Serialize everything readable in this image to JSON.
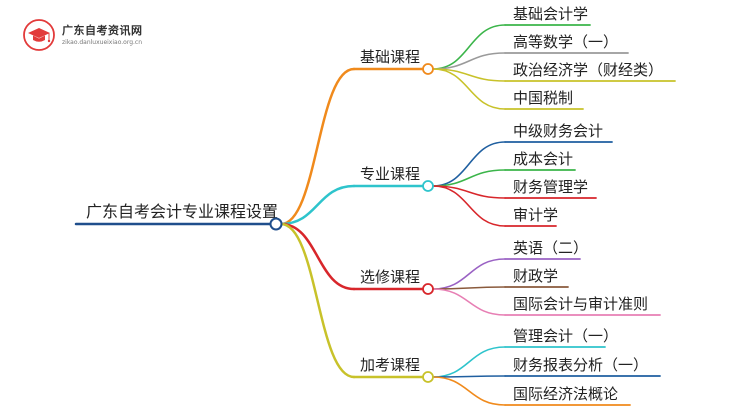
{
  "watermark": {
    "site_name": "广东自考资讯网",
    "site_domain": "zikao.danluxueixiao.org.cn"
  },
  "root": {
    "label": "广东自考会计专业课程设置",
    "color": "#1f4e8c"
  },
  "branches": [
    {
      "label": "基础课程",
      "color": "#f08a1c",
      "children": [
        {
          "label": "基础会计学",
          "color": "#3bb54a"
        },
        {
          "label": "高等数学（一）",
          "color": "#9a9a9a"
        },
        {
          "label": "政治经济学（财经类）",
          "color": "#c8c22a"
        },
        {
          "label": "中国税制",
          "color": "#c8c22a"
        }
      ]
    },
    {
      "label": "专业课程",
      "color": "#2ec4cc",
      "children": [
        {
          "label": "中级财务会计",
          "color": "#1f5fa0"
        },
        {
          "label": "成本会计",
          "color": "#3bb54a"
        },
        {
          "label": "财务管理学",
          "color": "#d8262b"
        },
        {
          "label": "审计学",
          "color": "#d8262b"
        }
      ]
    },
    {
      "label": "选修课程",
      "color": "#d8262b",
      "children": [
        {
          "label": "英语（二）",
          "color": "#9a62c4"
        },
        {
          "label": "财政学",
          "color": "#8a5a3c"
        },
        {
          "label": "国际会计与审计准则",
          "color": "#e77fb4"
        }
      ]
    },
    {
      "label": "加考课程",
      "color": "#c8c22a",
      "children": [
        {
          "label": "管理会计（一）",
          "color": "#2ec4cc"
        },
        {
          "label": "财务报表分析（一）",
          "color": "#1f5fa0"
        },
        {
          "label": "国际经济法概论",
          "color": "#f08a1c"
        }
      ]
    }
  ]
}
